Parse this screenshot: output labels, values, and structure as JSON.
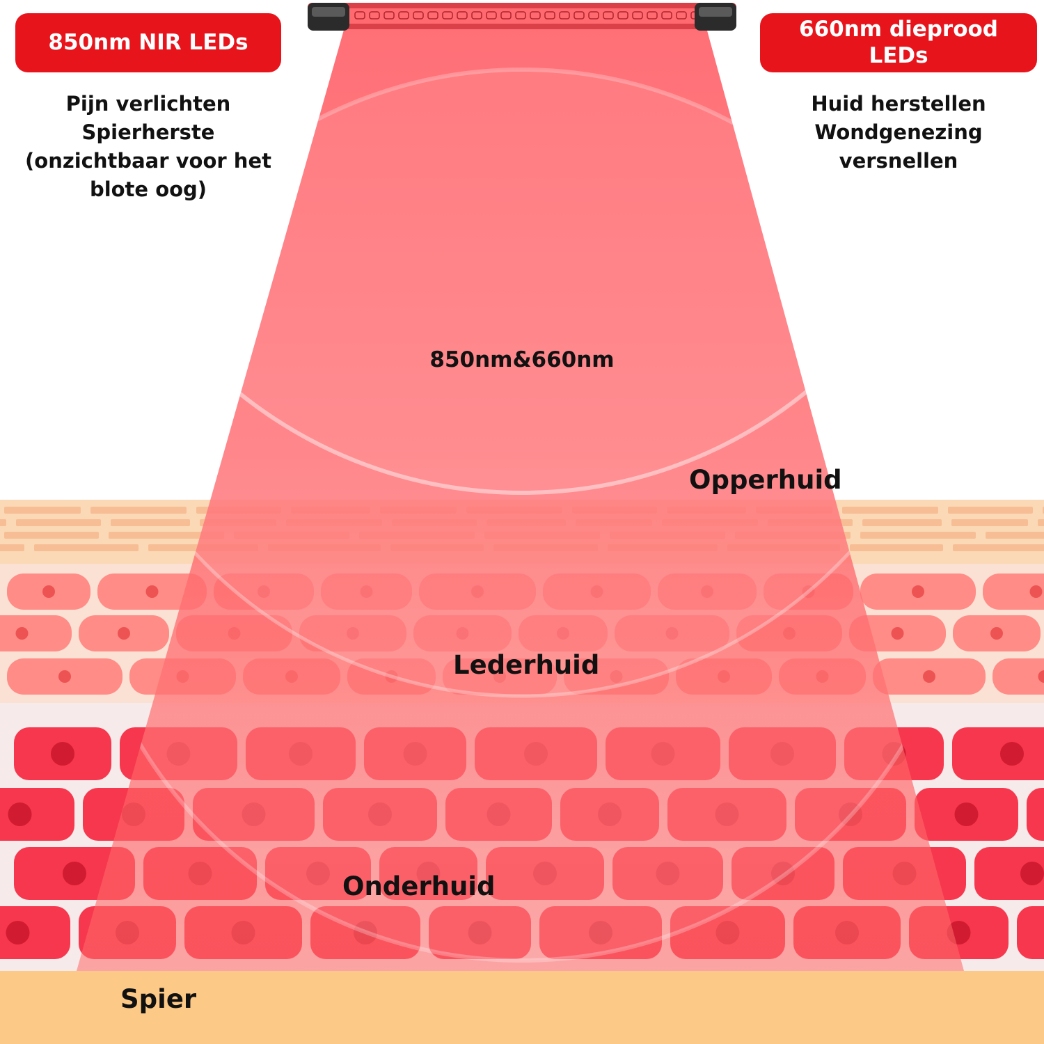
{
  "colors": {
    "badge": "#e8141c",
    "beam": "#ff4d55",
    "epidermis": "#fbd6b0",
    "dermis": "#ff6f6f",
    "subcutis": "#f2283f",
    "muscle": "#fdc986",
    "text": "#111111"
  },
  "left": {
    "badge": "850nm NIR LEDs",
    "lines": [
      "Pijn verlichten",
      "Spierherste",
      "(onzichtbaar voor het",
      "blote oog)"
    ]
  },
  "right": {
    "badge_lines": [
      "660nm dieprood",
      "LEDs"
    ],
    "lines": [
      "Huid herstellen",
      "Wondgenezing",
      "versnellen"
    ]
  },
  "beam": {
    "label": "850nm&660nm"
  },
  "layers": {
    "epidermis": "Opperhuid",
    "dermis": "Lederhuid",
    "subcutis": "Onderhuid",
    "muscle": "Spier"
  },
  "device": {
    "icon": "led-light-bar-icon"
  }
}
